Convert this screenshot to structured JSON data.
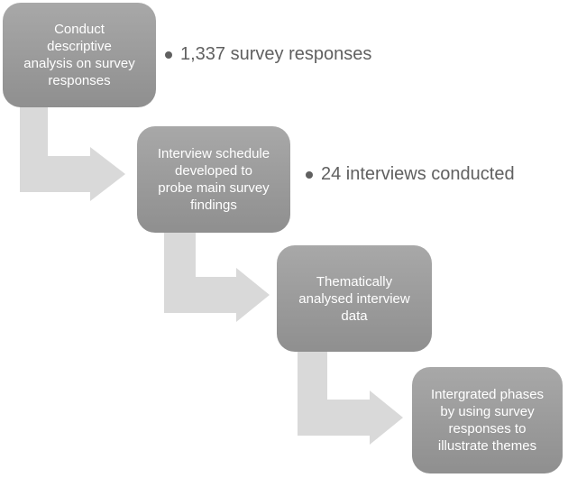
{
  "diagram": {
    "type": "step-down-process",
    "steps": [
      {
        "label": "Conduct\ndescriptive\nanalysis on survey\nresponses",
        "note": "1,337 survey responses"
      },
      {
        "label": "Interview schedule\ndeveloped to\nprobe main survey\nfindings",
        "note": "24 interviews conducted"
      },
      {
        "label": "Thematically\nanalysed interview\ndata"
      },
      {
        "label": "Intergrated phases\nby using survey\nresponses to\nillustrate themes"
      }
    ]
  },
  "colors": {
    "box_gradient_top": "#a8a8a8",
    "box_gradient_bottom": "#8f8f8f",
    "box_text": "#ffffff",
    "arrow": "#d9d9d9",
    "note_text": "#606060",
    "background": "#ffffff"
  }
}
